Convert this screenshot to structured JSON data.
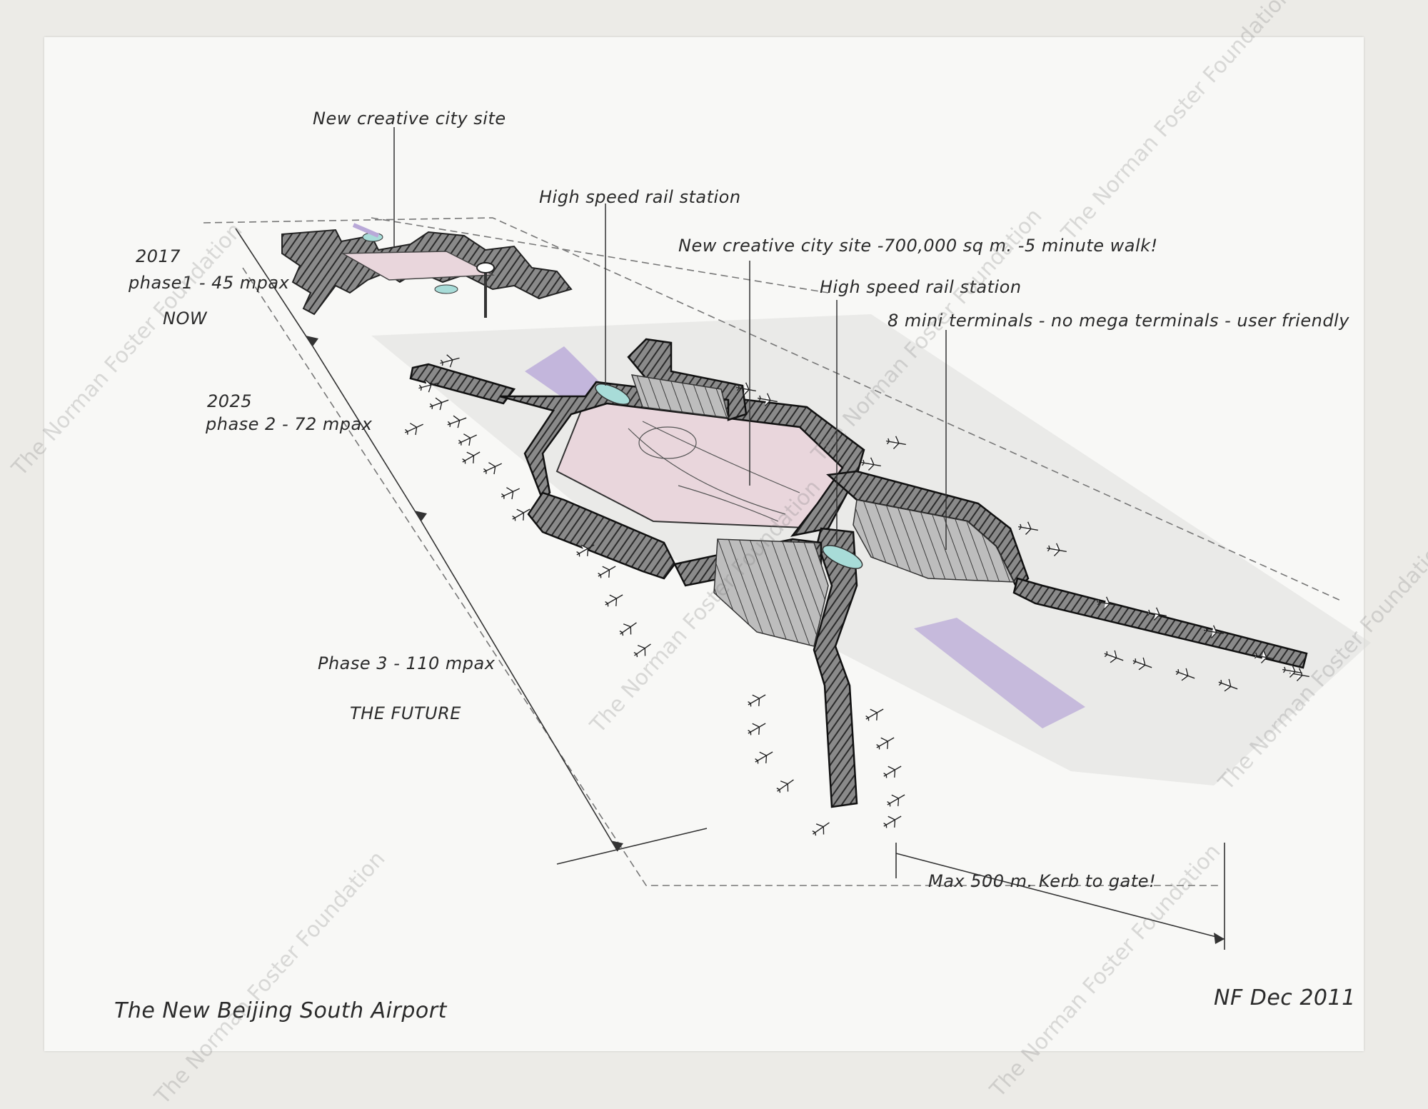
{
  "annotations": {
    "creative_city_top": "New creative city site",
    "rail_station_1": "High speed rail station",
    "creative_city_main": "New creative city site -700,000 sq m. -5 minute walk!",
    "rail_station_2": "High speed rail station",
    "mini_terminals": "8 mini terminals - no mega terminals - user friendly",
    "phase1_year": "2017",
    "phase1": "phase1 - 45 mpax",
    "now": "NOW",
    "phase2_year": "2025",
    "phase2": "phase 2 - 72 mpax",
    "phase3": "Phase 3 - 110 mpax",
    "future": "THE FUTURE",
    "kerb": "Max 500 m. Kerb to gate!",
    "title": "The New Beijing South Airport",
    "signature": "NF Dec 2011"
  },
  "watermark": "The Norman Foster Foundation",
  "colors": {
    "paper": "#f8f8f6",
    "pink_site": "#e9d6dc",
    "lavender_rail": "#b9a9d8",
    "cyan_train": "#a8dcd8",
    "ink": "#2a2a2a",
    "pier_fill": "#7c7c7c"
  }
}
